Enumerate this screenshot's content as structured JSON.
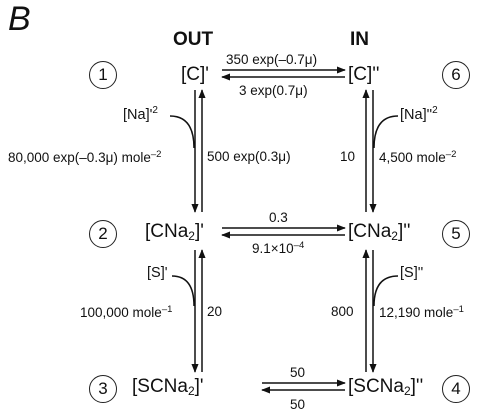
{
  "panel_label": "B",
  "headers": {
    "out": "OUT",
    "in": "IN"
  },
  "numbers": {
    "n1": "1",
    "n2": "2",
    "n3": "3",
    "n4": "4",
    "n5": "5",
    "n6": "6"
  },
  "states": {
    "c_out_base": "[C]'",
    "c_in_base": "[C]''",
    "cna_out_pre": "[CNa",
    "cna_out_sub": "2",
    "cna_out_post": "]'",
    "cna_in_pre": "[CNa",
    "cna_in_sub": "2",
    "cna_in_post": "]''",
    "scna_out_pre": "[SCNa",
    "scna_out_sub": "2",
    "scna_out_post": "]'",
    "scna_in_pre": "[SCNa",
    "scna_in_sub": "2",
    "scna_in_post": "]''"
  },
  "rates": {
    "c_forward": "350 exp(–0.7μ)",
    "c_reverse": "3 exp(0.7μ)",
    "cna_forward": "0.3",
    "cna_reverse_pre": "9.1×10",
    "cna_reverse_exp": "–4",
    "scna_forward": "50",
    "scna_reverse": "50",
    "out_na_bind_pre": "80,000 exp(–0.3μ) mole",
    "out_na_bind_exp": "–2",
    "out_na_unbind": "500 exp(0.3μ)",
    "in_na_unbind": "10",
    "in_na_bind_pre": "4,500 mole",
    "in_na_bind_exp": "–2",
    "out_s_bind_pre": "100,000 mole",
    "out_s_bind_exp": "–1",
    "out_s_unbind": "20",
    "in_s_unbind": "800",
    "in_s_bind_pre": "12,190 mole",
    "in_s_bind_exp": "–1"
  },
  "ligands": {
    "na_out_base": "[Na]'",
    "na_out_exp": "2",
    "na_in_base": "[Na]''",
    "na_in_exp": "2",
    "s_out": "[S]'",
    "s_in": "[S]''"
  }
}
